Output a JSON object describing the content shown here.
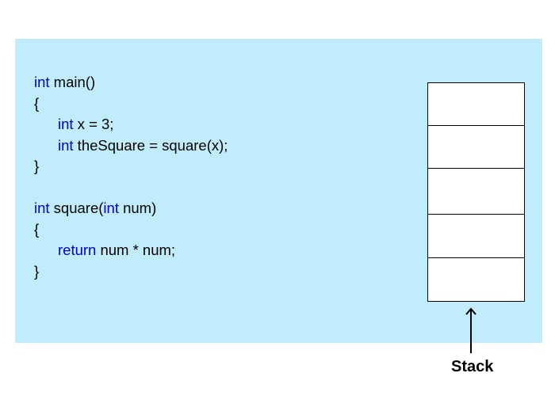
{
  "code": {
    "lines": [
      {
        "indent": false,
        "parts": [
          {
            "text": "int",
            "kw": true
          },
          {
            "text": " main()",
            "kw": false
          }
        ]
      },
      {
        "indent": false,
        "parts": [
          {
            "text": "{",
            "kw": false
          }
        ]
      },
      {
        "indent": true,
        "parts": [
          {
            "text": "int",
            "kw": true
          },
          {
            "text": " x = 3;",
            "kw": false
          }
        ]
      },
      {
        "indent": true,
        "parts": [
          {
            "text": "int",
            "kw": true
          },
          {
            "text": " theSquare = square(x);",
            "kw": false
          }
        ]
      },
      {
        "indent": false,
        "parts": [
          {
            "text": "}",
            "kw": false
          }
        ]
      },
      {
        "indent": false,
        "parts": []
      },
      {
        "indent": false,
        "parts": [
          {
            "text": "int",
            "kw": true
          },
          {
            "text": " square(",
            "kw": false
          },
          {
            "text": "int",
            "kw": true
          },
          {
            "text": " num)",
            "kw": false
          }
        ]
      },
      {
        "indent": false,
        "parts": [
          {
            "text": "{",
            "kw": false
          }
        ]
      },
      {
        "indent": true,
        "parts": [
          {
            "text": "return",
            "kw": true
          },
          {
            "text": " num * num;",
            "kw": false
          }
        ]
      },
      {
        "indent": false,
        "parts": [
          {
            "text": "}",
            "kw": false
          }
        ]
      }
    ]
  },
  "stack": {
    "cell_count": 5,
    "label": "Stack"
  },
  "colors": {
    "panel_background": "#c0ecfb",
    "keyword": "#0000cc",
    "text": "#000000"
  }
}
